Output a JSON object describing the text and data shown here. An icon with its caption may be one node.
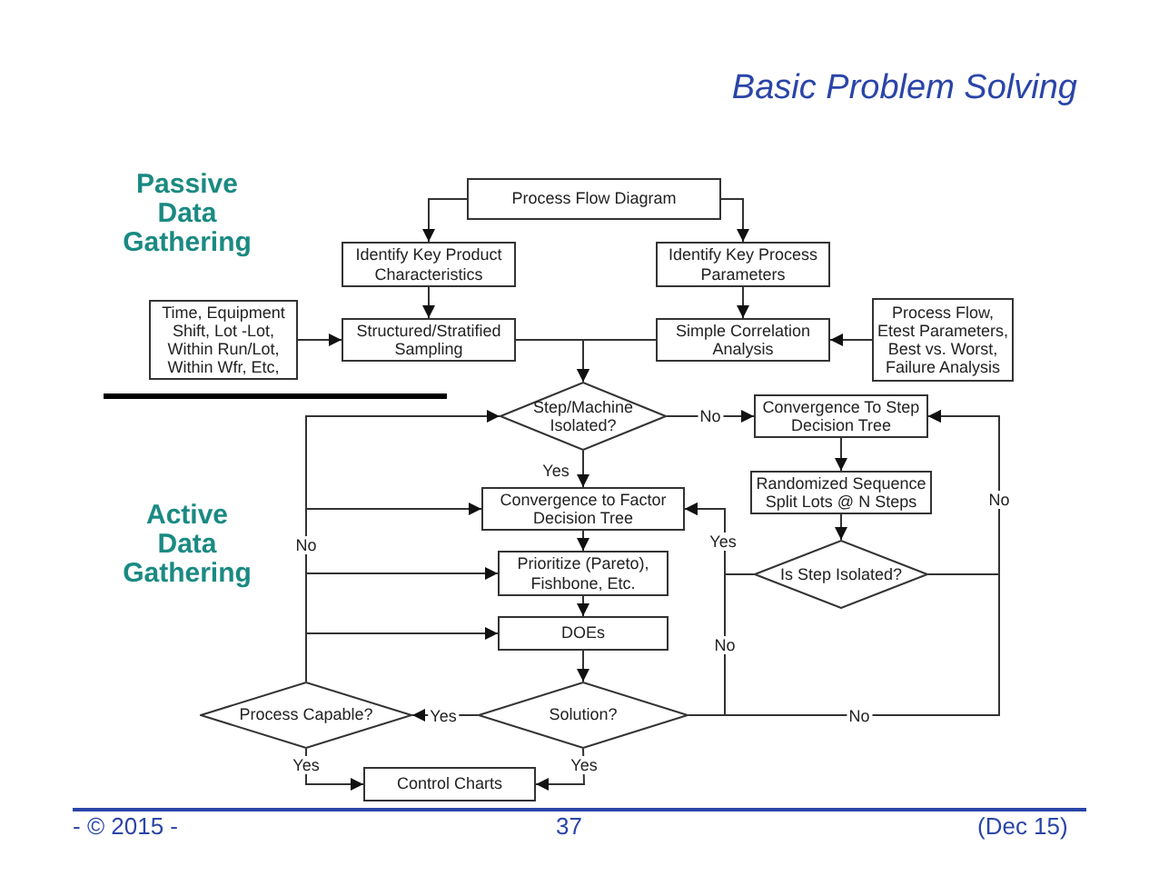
{
  "diagram": {
    "title": "Basic Problem Solving",
    "nodes": [
      {
        "text": [
          "Process Flow Diagram"
        ]
      },
      {
        "text": [
          "Identify Key Product Characteristics"
        ]
      },
      {
        "text": [
          "Identify Key Process Parameters"
        ]
      },
      {
        "text": [
          "Time, Equipment Shift, Lot -Lot, Within Run/Lot, Within Wfr, Etc,"
        ]
      },
      {
        "text": [
          "Structured/Stratified Sampling"
        ]
      },
      {
        "text": [
          "Simple Correlation Analysis"
        ]
      },
      {
        "text": [
          "Process Flow, Etest Parameters, Best vs. Worst, Failure Analysis"
        ]
      },
      {
        "text": [
          "Step/Machine Isolated?"
        ]
      },
      {
        "text": [
          "Convergence To Step Decision Tree"
        ]
      },
      {
        "text": [
          "Convergence to Factor Decision Tree"
        ]
      },
      {
        "text": [
          "Randomized Sequence Split Lots @ N Steps"
        ]
      },
      {
        "text": [
          "Is Step Isolated?"
        ]
      },
      {
        "text": [
          "Prioritize (Pareto), Fishbone, Etc."
        ]
      },
      {
        "text": [
          "DOEs"
        ]
      },
      {
        "text": [
          "Solution?"
        ]
      },
      {
        "text": [
          "Process Capable?"
        ]
      },
      {
        "text": [
          "Control Charts"
        ]
      }
    ],
    "edges": [
      {
        "from": 0,
        "to": 1,
        "arrow": "to"
      },
      {
        "from": 0,
        "to": 2,
        "arrow": "to"
      },
      {
        "from": 1,
        "to": 4,
        "arrow": "to"
      },
      {
        "from": 2,
        "to": 5,
        "arrow": "to"
      },
      {
        "from": 3,
        "to": 4,
        "arrow": "to"
      },
      {
        "from": 6,
        "to": 5,
        "arrow": "to"
      },
      {
        "from": 4,
        "to": 7,
        "arrow": "to"
      },
      {
        "from": 5,
        "to": 7,
        "arrow": "to"
      },
      {
        "from": 7,
        "to": 8,
        "arrow": "to",
        "label": "No"
      },
      {
        "from": 7,
        "to": 9,
        "arrow": "to",
        "label": "Yes"
      },
      {
        "from": 8,
        "to": 10,
        "arrow": "to"
      },
      {
        "from": 10,
        "to": 11,
        "arrow": "to"
      },
      {
        "from": 11,
        "to": 9,
        "arrow": "to",
        "label": "Yes"
      },
      {
        "from": 11,
        "to": 8,
        "arrow": "to",
        "label": "No"
      },
      {
        "from": 9,
        "to": 12,
        "arrow": "to"
      },
      {
        "from": 12,
        "to": 13,
        "arrow": "to"
      },
      {
        "from": 13,
        "to": 14,
        "arrow": "to"
      },
      {
        "from": 14,
        "to": 15,
        "arrow": "to",
        "label": "Yes"
      },
      {
        "from": 14,
        "to": 16,
        "arrow": "to",
        "label": "Yes"
      },
      {
        "from": 15,
        "to": 16,
        "arrow": "to",
        "label": "Yes"
      },
      {
        "from": 14,
        "to": 9,
        "arrow": "to",
        "label": "No"
      },
      {
        "from": 14,
        "to": 8,
        "arrow": "to",
        "label": "No"
      },
      {
        "from": 15,
        "to": 7,
        "arrow": "to"
      },
      {
        "from": 15,
        "to": 9,
        "arrow": "to",
        "label": "No"
      },
      {
        "from": 15,
        "to": 12,
        "arrow": "to"
      },
      {
        "from": 15,
        "to": 13,
        "arrow": "to"
      }
    ],
    "labels": [
      "Passive Data Gathering",
      "Active Data Gathering",
      "- © 2015 -",
      "37",
      "(Dec 15)"
    ]
  }
}
